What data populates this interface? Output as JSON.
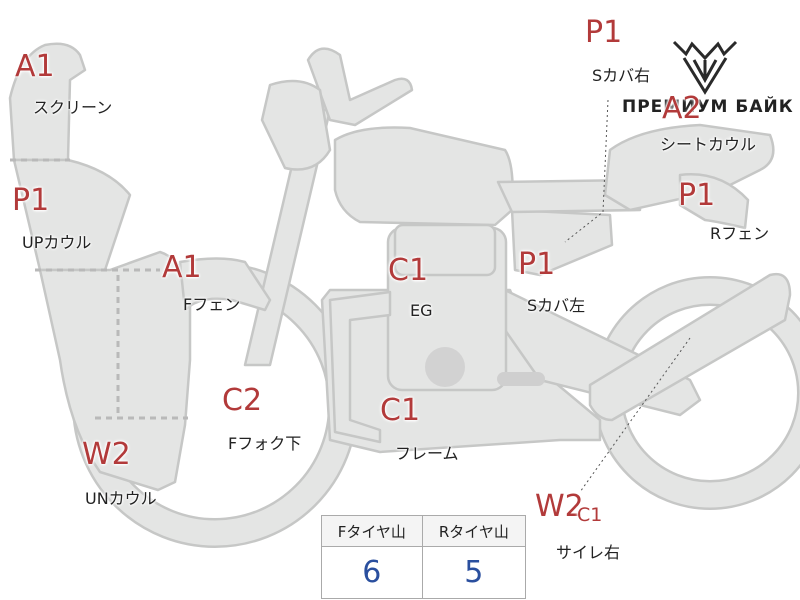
{
  "brand": {
    "name": "ПРЕМИУМ БАЙК"
  },
  "parts": [
    {
      "id": "screen",
      "grade": "A1",
      "sub_grade": "",
      "label": "スクリーン"
    },
    {
      "id": "up-cowl",
      "grade": "P1",
      "sub_grade": "",
      "label": "UPカウル"
    },
    {
      "id": "f-fender",
      "grade": "A1",
      "sub_grade": "",
      "label": "Fフェン"
    },
    {
      "id": "f-fork-lower",
      "grade": "C2",
      "sub_grade": "",
      "label": "Fフォク下"
    },
    {
      "id": "un-cowl",
      "grade": "W2",
      "sub_grade": "",
      "label": "UNカウル"
    },
    {
      "id": "engine",
      "grade": "C1",
      "sub_grade": "",
      "label": "EG"
    },
    {
      "id": "frame",
      "grade": "C1",
      "sub_grade": "",
      "label": "フレーム"
    },
    {
      "id": "side-cover-left",
      "grade": "P1",
      "sub_grade": "",
      "label": "Sカバ左"
    },
    {
      "id": "side-cover-right",
      "grade": "P1",
      "sub_grade": "",
      "label": "Sカバ右"
    },
    {
      "id": "seat-cowl",
      "grade": "A2",
      "sub_grade": "",
      "label": "シートカウル"
    },
    {
      "id": "r-fender",
      "grade": "P1",
      "sub_grade": "",
      "label": "Rフェン"
    },
    {
      "id": "silencer-right",
      "grade": "W2",
      "sub_grade": "C1",
      "label": "サイレ右"
    }
  ],
  "tires": {
    "front_header": "Fタイヤ山",
    "rear_header": "Rタイヤ山",
    "front_value": "6",
    "rear_value": "5"
  },
  "colors": {
    "grade": "#b23a3a",
    "tire_value": "#2a4f9e",
    "part_fill": "#e4e5e4",
    "part_stroke": "#c6c7c6"
  }
}
